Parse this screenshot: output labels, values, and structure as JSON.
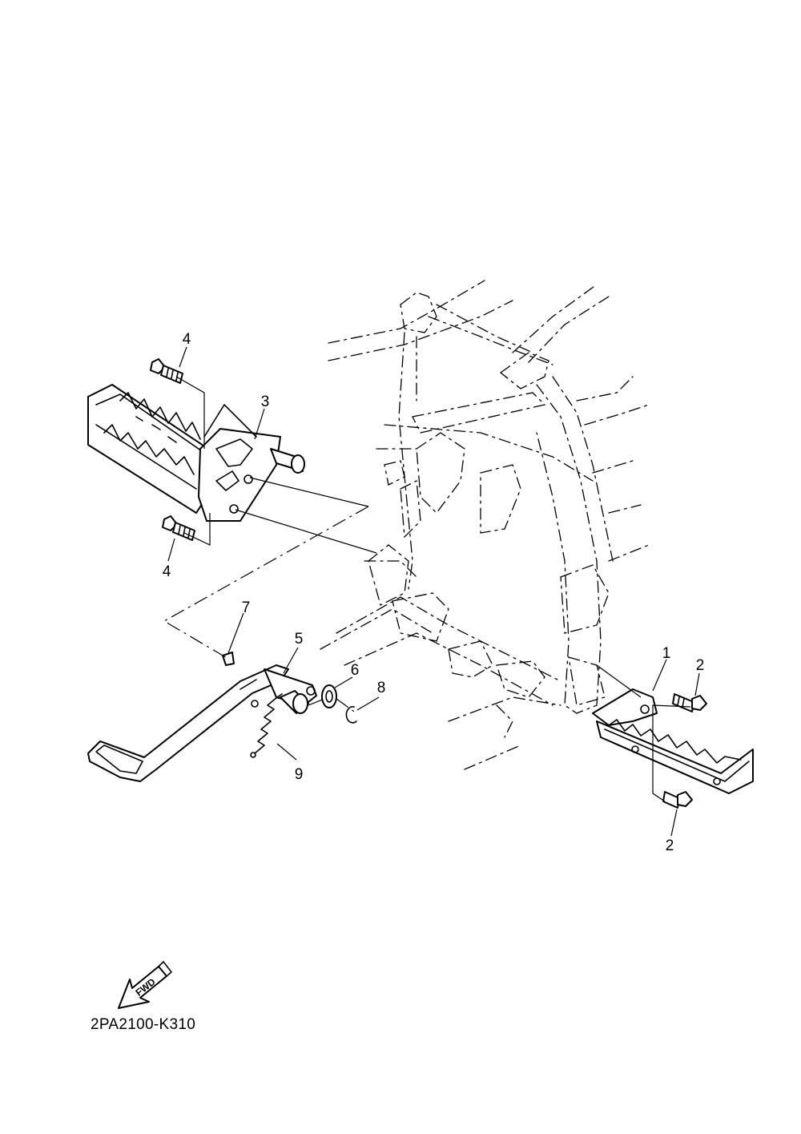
{
  "diagram": {
    "callouts": [
      {
        "id": "c1",
        "label": "1"
      },
      {
        "id": "c2a",
        "label": "2"
      },
      {
        "id": "c2b",
        "label": "2"
      },
      {
        "id": "c3",
        "label": "3"
      },
      {
        "id": "c4a",
        "label": "4"
      },
      {
        "id": "c4b",
        "label": "4"
      },
      {
        "id": "c5",
        "label": "5"
      },
      {
        "id": "c6",
        "label": "6"
      },
      {
        "id": "c7",
        "label": "7"
      },
      {
        "id": "c8",
        "label": "8"
      },
      {
        "id": "c9",
        "label": "9"
      }
    ],
    "fwd_label": "FWD",
    "drawing_code": "2PA2100-K310"
  }
}
